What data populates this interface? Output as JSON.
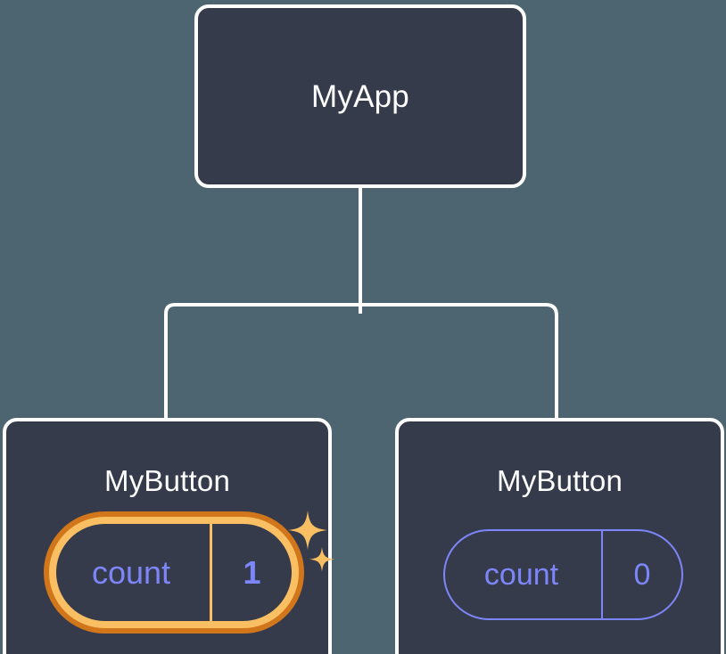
{
  "diagram": {
    "type": "component-tree",
    "background_color": "#4c6570",
    "node_fill": "#353b4a",
    "node_border": "#ffffff",
    "connector_color": "#ffffff",
    "accent_highlight": "#fbbf63",
    "accent_highlight_outer": "#d1761a",
    "state_color": "#7d86f8"
  },
  "root": {
    "title": "MyApp"
  },
  "children": [
    {
      "title": "MyButton",
      "highlighted": true,
      "state": {
        "key": "count",
        "value": "1"
      },
      "sparkle_count": 2
    },
    {
      "title": "MyButton",
      "highlighted": false,
      "state": {
        "key": "count",
        "value": "0"
      },
      "sparkle_count": 0
    }
  ]
}
